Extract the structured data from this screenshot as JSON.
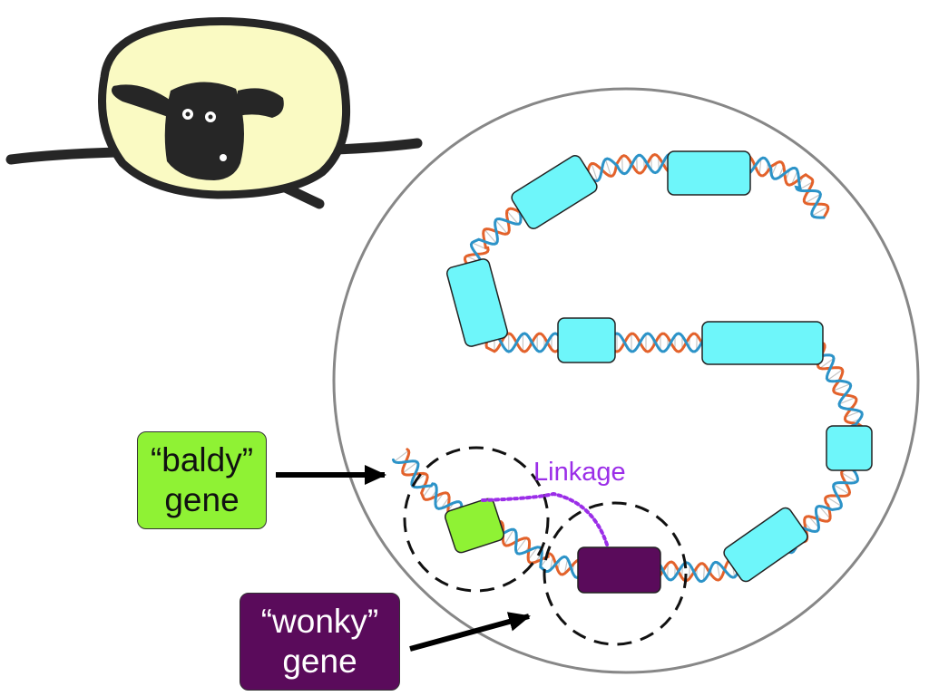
{
  "colors": {
    "gene": "#6ef6fa",
    "baldy": "#8ff234",
    "wonky": "#5a0b5b",
    "linkage": "#9b2ee8",
    "circle": "#878787",
    "sheep_body": "#fafac3",
    "sheep_head": "#262626",
    "dna_orange": "#e3622b",
    "dna_blue": "#2c93c8",
    "dna_rungs": "#c6c6c6"
  },
  "icons": {
    "mascot": "sheep-icon",
    "pointer": "arrow-icon"
  },
  "labels": {
    "baldy": {
      "line1": "“baldy”",
      "line2": "gene"
    },
    "wonky": {
      "line1": "“wonky”",
      "line2": "gene"
    },
    "linkage": "Linkage"
  }
}
